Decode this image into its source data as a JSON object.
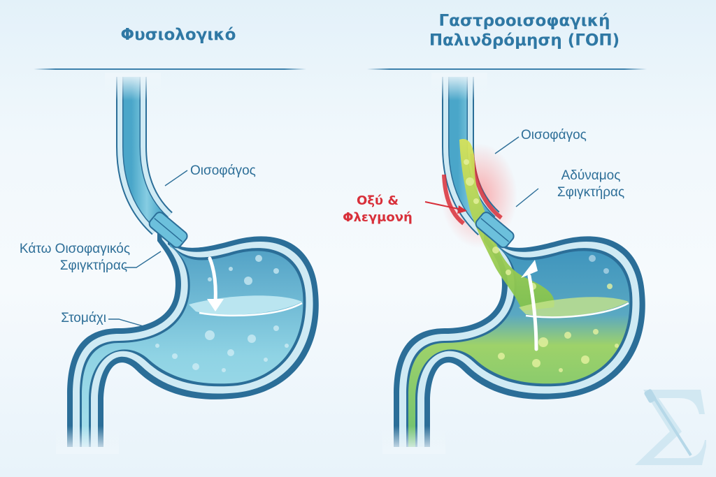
{
  "panels": {
    "normal": {
      "title": "Φυσιολογικό",
      "labels": {
        "esophagus": "Οισοφάγος",
        "sphincter_line1": "Κάτω Οισοφαγικός",
        "sphincter_line2": "Σφιγκτήρας",
        "stomach": "Στομάχι"
      }
    },
    "gerd": {
      "title_line1": "Γαστροοισοφαγική",
      "title_line2": "Παλινδρόμηση (ΓΟΠ)",
      "labels": {
        "esophagus": "Οισοφάγος",
        "weak_sphincter_line1": "Αδύναμος",
        "weak_sphincter_line2": "Σφιγκτήρας",
        "inflammation_line1": "Οξύ &",
        "inflammation_line2": "Φλεγμονή"
      }
    }
  },
  "colors": {
    "title": "#2f78a4",
    "label": "#2e6f98",
    "alert": "#d8303a",
    "stomach_fluid": "#8fd0e2",
    "acid": "#7fc45a",
    "outline": "#2b6e98"
  },
  "watermark": {
    "glyph": "Σ",
    "icon": "sigma-scalpel-logo-icon"
  }
}
